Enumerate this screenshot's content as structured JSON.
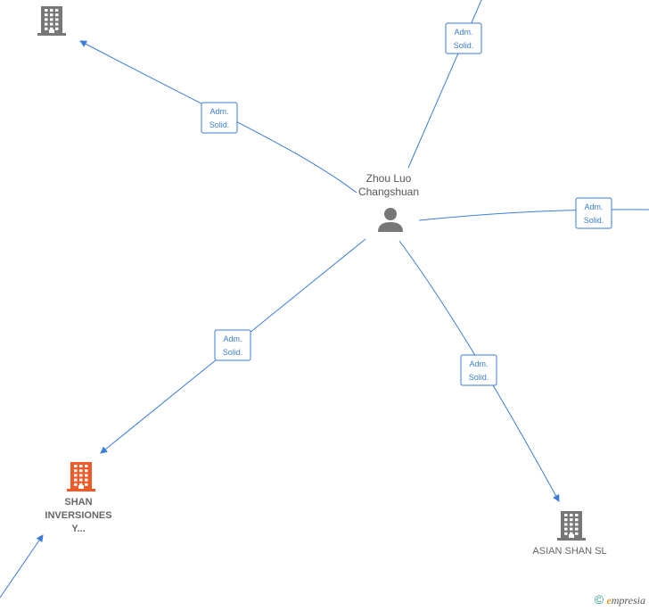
{
  "center": {
    "line1": "Zhou Luo",
    "line2": "Changshuan",
    "icon": "person-icon"
  },
  "edge_label": {
    "line1": "Adm.",
    "line2": "Solid."
  },
  "companies": [
    {
      "id": "top-left",
      "name_lines": [],
      "color": "#777777",
      "icon": "building-icon"
    },
    {
      "id": "shan",
      "name_lines": [
        "SHAN",
        "INVERSIONES",
        "Y..."
      ],
      "color": "#f05a28",
      "icon": "building-icon"
    },
    {
      "id": "asian",
      "name_lines": [
        "ASIAN SHAN  SL"
      ],
      "color": "#777777",
      "icon": "building-icon"
    }
  ],
  "colors": {
    "edge": "#3a7dd8",
    "building_gray": "#777777",
    "building_orange": "#f05a28"
  },
  "footer": {
    "copyright": "©",
    "brand_initial": "e",
    "brand_rest": "mpresia"
  }
}
